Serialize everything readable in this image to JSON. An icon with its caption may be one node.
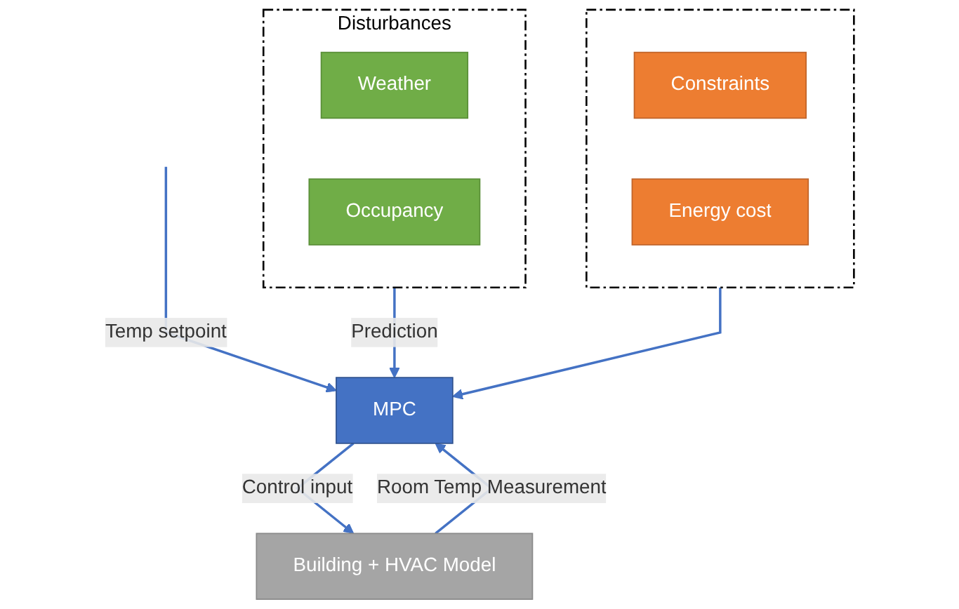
{
  "diagram": {
    "nodes": [
      {
        "text": [
          "Disturbances"
        ]
      },
      {
        "text": [
          "Weather"
        ],
        "in": 0
      },
      {
        "text": [
          "Occupancy"
        ],
        "in": 0
      },
      {
        "text": [],
        "shape": "box"
      },
      {
        "text": [
          "Constraints"
        ],
        "in": 3
      },
      {
        "text": [
          "Energy cost"
        ],
        "in": 3
      },
      {
        "text": [
          "Building + HVAC Model"
        ]
      },
      {
        "text": [
          "MPC"
        ]
      }
    ],
    "edges": [
      {
        "from": 0,
        "to": 7,
        "arrow": "to",
        "label": "Prediction"
      },
      {
        "from": 3,
        "to": 7,
        "arrow": "to"
      },
      {
        "from": 6,
        "to": 7,
        "arrow": "to",
        "label": "Room Temp Measurement"
      },
      {
        "from": 7,
        "to": 6,
        "arrow": "to",
        "label": "Control input"
      },
      {
        "from": null,
        "to": 7,
        "arrow": "to",
        "label": "Temp setpoint"
      }
    ]
  }
}
